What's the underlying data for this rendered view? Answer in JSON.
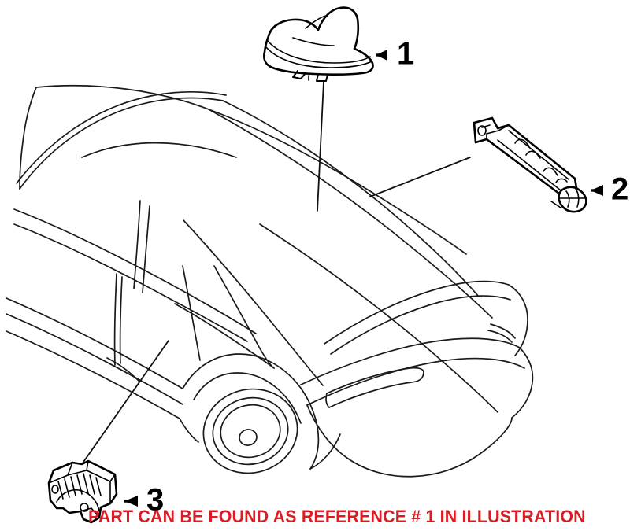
{
  "illustration": {
    "title": "Vehicle Roof Antenna System Exploded Parts Diagram",
    "vehicle_description": "Rear three-quarter line drawing of a four-door sedan",
    "background_color": "#ffffff",
    "line_color": "#1a1a1a",
    "note_color": "#dc1c24"
  },
  "callouts": [
    {
      "number": "1",
      "part_name": "roof-antenna-shark-fin",
      "description": "Shark fin roof antenna assembly",
      "arrow_direction": "left",
      "leader_target": "vehicle roof center"
    },
    {
      "number": "2",
      "part_name": "antenna-bracket-rail",
      "description": "Elongated antenna bracket with connector",
      "arrow_direction": "left",
      "leader_target": "rear window / parcel shelf area"
    },
    {
      "number": "3",
      "part_name": "antenna-amplifier-module",
      "description": "Finned antenna amplifier module",
      "arrow_direction": "left",
      "leader_target": "rear quarter panel interior"
    }
  ],
  "footer": {
    "note": "PART CAN BE FOUND AS REFERENCE # 1 IN ILLUSTRATION"
  }
}
